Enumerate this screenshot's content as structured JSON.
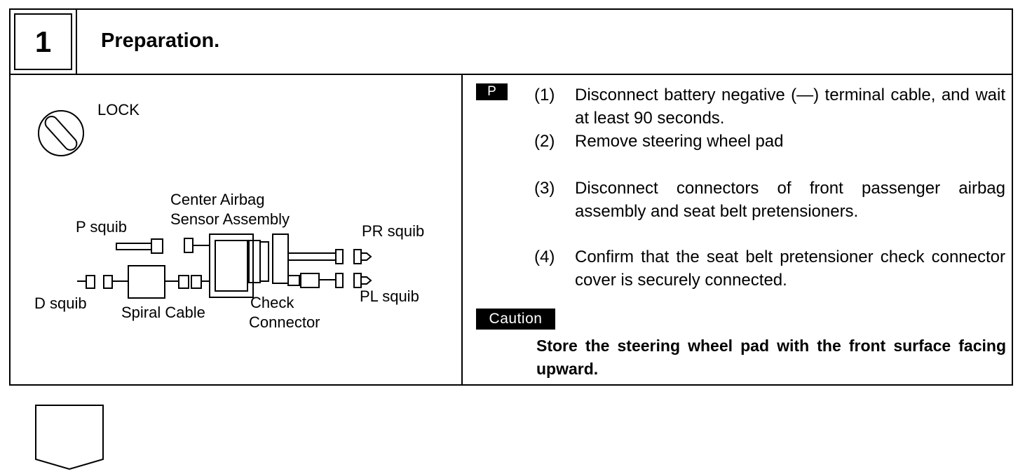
{
  "header": {
    "step_number": "1",
    "title": "Preparation."
  },
  "figure": {
    "lock": "LOCK",
    "center_airbag_line1": "Center Airbag",
    "center_airbag_line2": "Sensor Assembly",
    "p_squib": "P squib",
    "pr_squib": "PR squib",
    "d_squib": "D squib",
    "pl_squib": "PL squib",
    "spiral_cable": "Spiral Cable",
    "check_line1": "Check",
    "check_line2": "Connector"
  },
  "instructions": {
    "badge": "P",
    "steps": [
      {
        "num": "(1)",
        "text": "Disconnect battery negative (—) terminal cable, and wait at least 90 seconds."
      },
      {
        "num": "(2)",
        "text": "Remove steering wheel pad"
      },
      {
        "num": "(3)",
        "text": "Disconnect connectors of front passenger airbag assembly and seat belt pretensioners."
      },
      {
        "num": "(4)",
        "text": "Confirm that the seat belt pretensioner check connector cover is securely connected."
      }
    ]
  },
  "caution": {
    "badge": "Caution",
    "text": "Store the steering wheel pad with the front surface facing upward."
  }
}
